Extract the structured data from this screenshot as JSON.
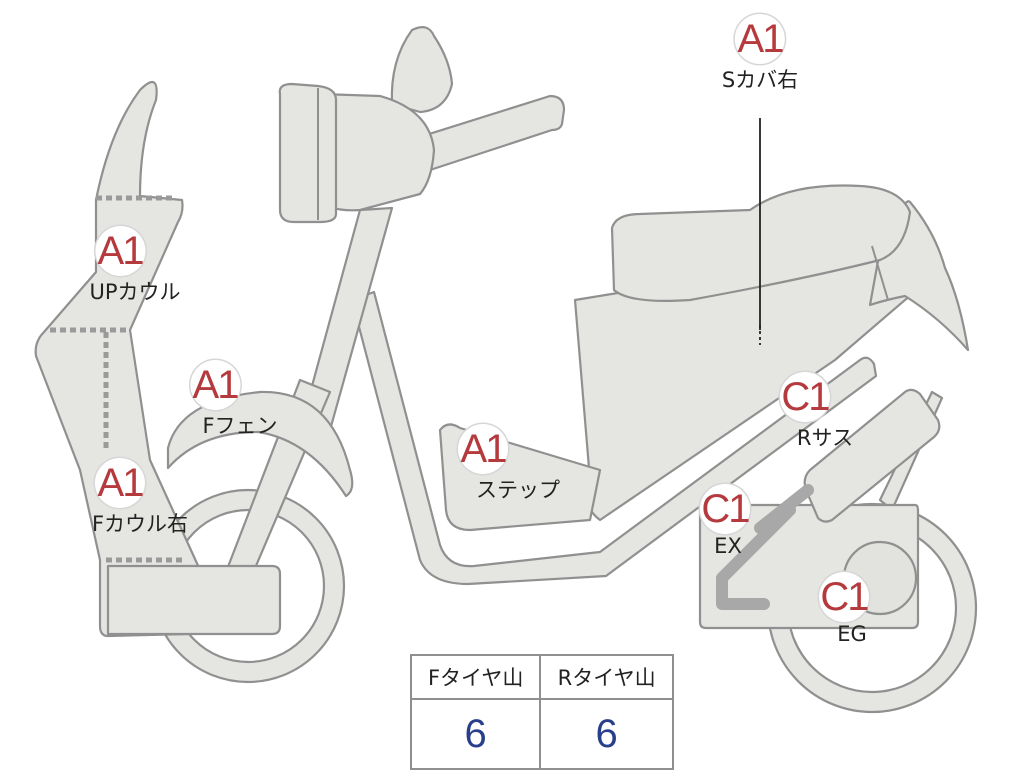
{
  "markers": [
    {
      "id": "s-cover-right",
      "grade": "A1",
      "label": "Sカバ右"
    },
    {
      "id": "up-cowl",
      "grade": "A1",
      "label": "UPカウル"
    },
    {
      "id": "f-fender",
      "grade": "A1",
      "label": "Fフェン"
    },
    {
      "id": "f-cowl-right",
      "grade": "A1",
      "label": "Fカウル右"
    },
    {
      "id": "step",
      "grade": "A1",
      "label": "ステップ"
    },
    {
      "id": "r-suspension",
      "grade": "C1",
      "label": "Rサス"
    },
    {
      "id": "exhaust",
      "grade": "C1",
      "label": "EX"
    },
    {
      "id": "engine",
      "grade": "C1",
      "label": "EG"
    }
  ],
  "tread": {
    "front_header": "Fタイヤ山",
    "rear_header": "Rタイヤ山",
    "front_value": "6",
    "rear_value": "6"
  },
  "colors": {
    "grade_text": "#b53a3e",
    "tread_value": "#2a3f8c",
    "body_fill": "#e5e5e2",
    "outline": "#909090"
  }
}
